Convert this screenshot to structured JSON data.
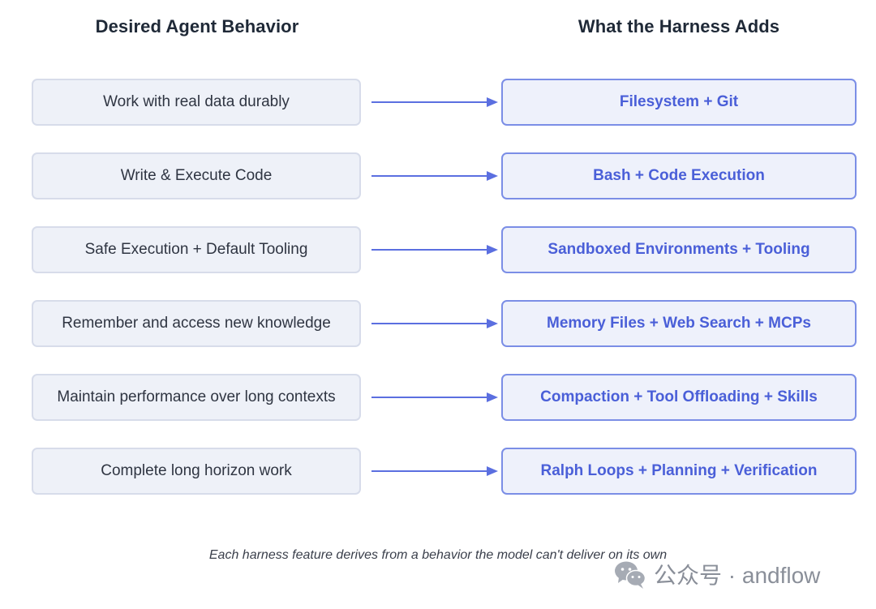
{
  "headers": {
    "left": "Desired Agent Behavior",
    "right": "What the Harness Adds"
  },
  "rows": [
    {
      "behavior": "Work with real data durably",
      "harness": "Filesystem + Git"
    },
    {
      "behavior": "Write & Execute Code",
      "harness": "Bash + Code Execution"
    },
    {
      "behavior": "Safe Execution + Default Tooling",
      "harness": "Sandboxed Environments + Tooling"
    },
    {
      "behavior": "Remember and access new knowledge",
      "harness": "Memory Files + Web Search + MCPs"
    },
    {
      "behavior": "Maintain performance over long contexts",
      "harness": "Compaction + Tool Offloading + Skills"
    },
    {
      "behavior": "Complete long horizon work",
      "harness": "Ralph Loops + Planning + Verification"
    }
  ],
  "caption": "Each harness feature derives from a behavior the model can't deliver on its own",
  "watermark": {
    "text": "公众号 · andflow",
    "icon": "wechat-icon"
  },
  "colors": {
    "accent": "#4a5fd8",
    "accent_border": "#7b8ee6",
    "left_box_bg": "#eef1f8",
    "left_box_border": "#d7dcea",
    "arrow": "#5b6fe0"
  }
}
